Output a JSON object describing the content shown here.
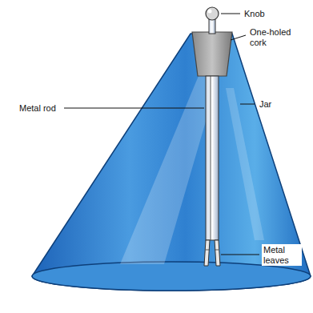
{
  "diagram": {
    "labels": [
      "Knob",
      "One-holed cork",
      "Metal rod",
      "Jar",
      "Metal leaves"
    ]
  }
}
